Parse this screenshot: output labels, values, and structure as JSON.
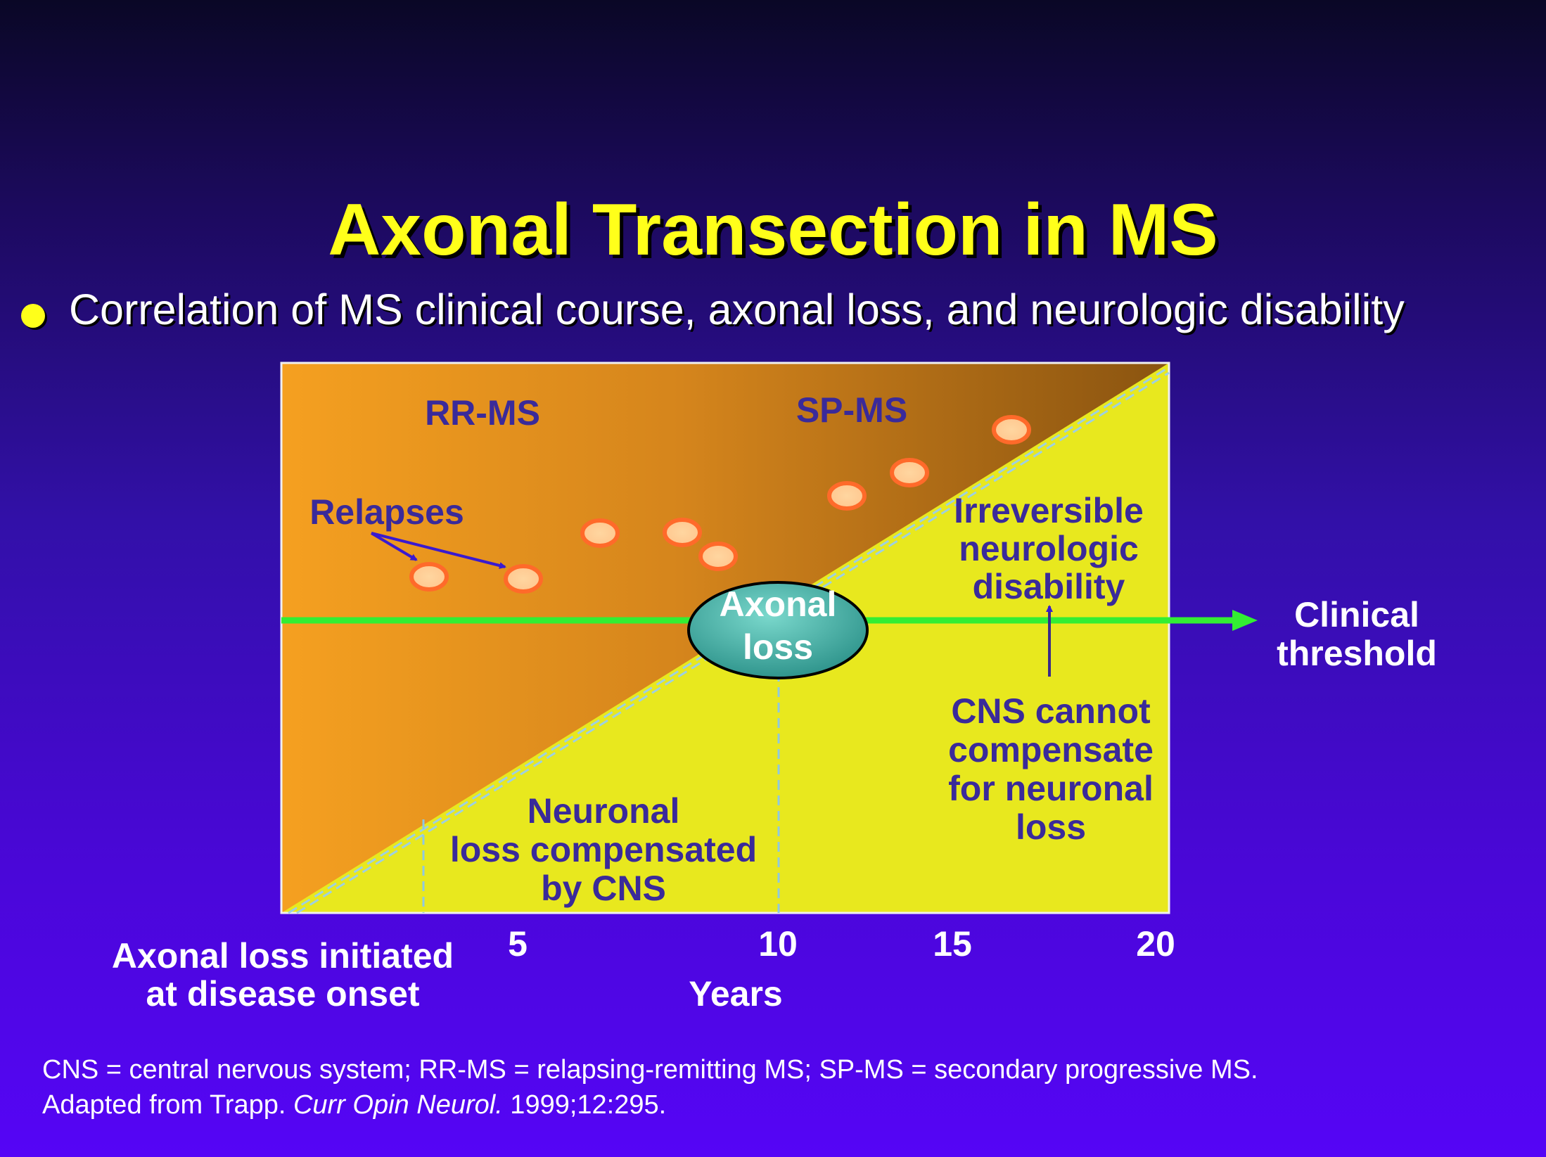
{
  "title": "Axonal Transection in MS",
  "bullet": "Correlation of MS clinical course, axonal loss, and neurologic disability",
  "diagram": {
    "phase_rr": "RR-MS",
    "phase_sp": "SP-MS",
    "relapses_label": "Relapses",
    "axonal_loss_line1": "Axonal",
    "axonal_loss_line2": "loss",
    "irreversible_line1": "Irreversible",
    "irreversible_line2": "neurologic",
    "irreversible_line3": "disability",
    "clinical_threshold_line1": "Clinical",
    "clinical_threshold_line2": "threshold",
    "cns_cannot_line1": "CNS cannot",
    "cns_cannot_line2": "compensate",
    "cns_cannot_line3": "for neuronal",
    "cns_cannot_line4": "loss",
    "neuronal_line1": "Neuronal",
    "neuronal_line2": "loss compensated",
    "neuronal_line3": "by CNS",
    "onset_line1": "Axonal loss initiated",
    "onset_line2": "at disease onset",
    "x_ticks": [
      "5",
      "10",
      "15",
      "20"
    ],
    "x_axis_label": "Years",
    "colors": {
      "compensated_region": "#e8e81e",
      "clinical_threshold_line": "#33ee33",
      "axonal_loss_ellipse": "#3aa8a0",
      "relapse_marker": "#ff7e3a"
    }
  },
  "footnote": {
    "line1": "CNS = central nervous system; RR-MS = relapsing-remitting MS; SP-MS = secondary progressive MS.",
    "line2_prefix": "Adapted from Trapp. ",
    "line2_journal": "Curr Opin Neurol.",
    "line2_suffix": " 1999;12:295."
  }
}
